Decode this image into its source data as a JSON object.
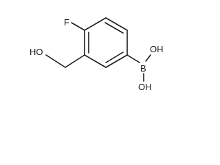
{
  "molecule": {
    "labels": {
      "fluorine": "F",
      "hydroxymethyl_oh": "HO",
      "boron": "B",
      "boronic_oh_top": "OH",
      "boronic_oh_bottom": "OH"
    }
  }
}
